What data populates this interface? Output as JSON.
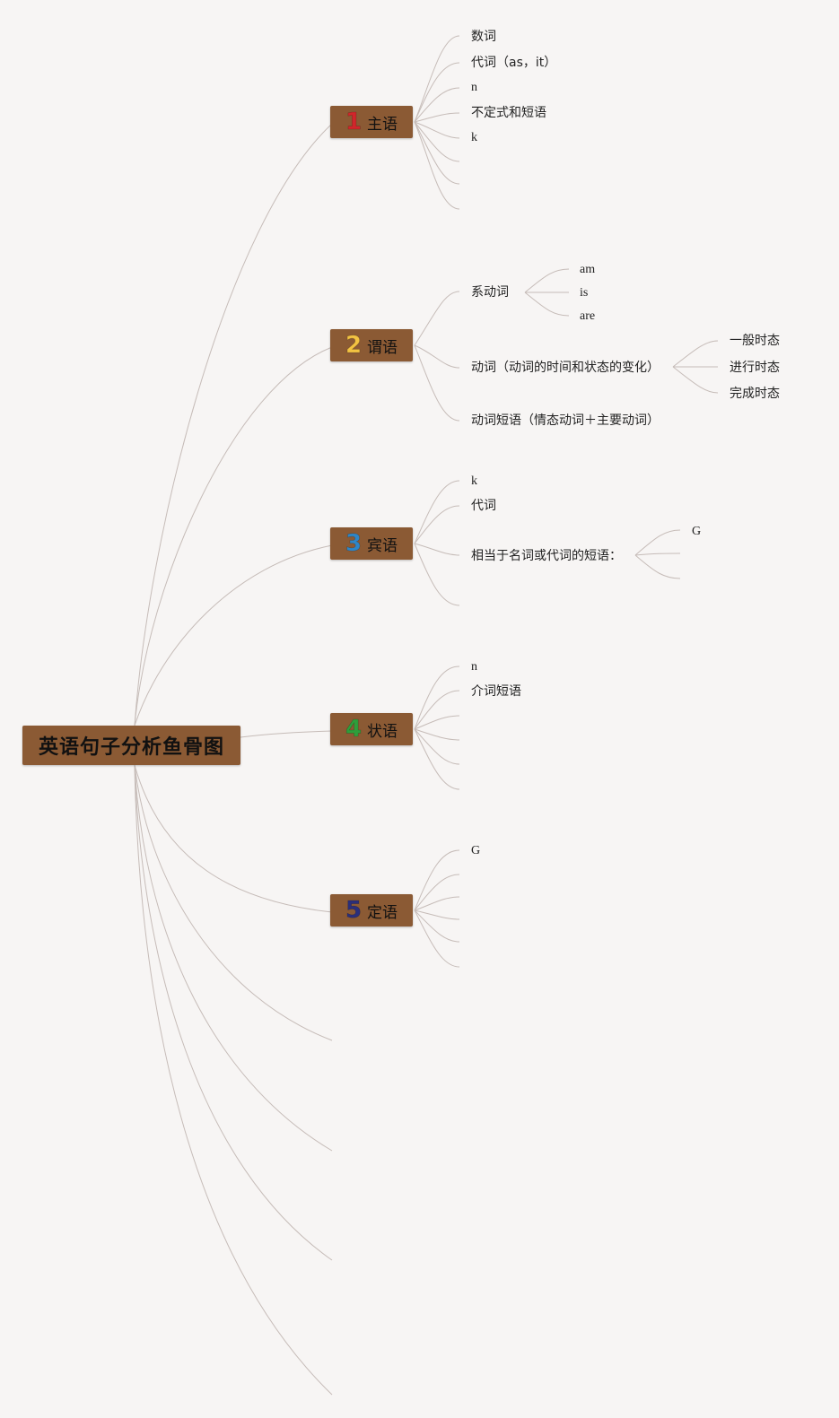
{
  "root": {
    "title": "英语句子分析鱼骨图"
  },
  "colors": {
    "node_bg": "#8b5a34",
    "line": "#c6bcb8",
    "background": "#f7f5f4",
    "num1": "#d1262b",
    "num2": "#f3c342",
    "num3": "#2f86c6",
    "num4": "#2e9e3b",
    "num5": "#2b2f7a"
  },
  "topics": [
    {
      "num": "1",
      "label": "主语"
    },
    {
      "num": "2",
      "label": "谓语"
    },
    {
      "num": "3",
      "label": "宾语"
    },
    {
      "num": "4",
      "label": "状语"
    },
    {
      "num": "5",
      "label": "定语"
    }
  ],
  "subject": {
    "items": [
      "数词",
      "代词（as，it）",
      "n",
      "不定式和短语",
      "k"
    ]
  },
  "predicate": {
    "linking_verb": "系动词",
    "linking_items": [
      "am",
      "is",
      "are"
    ],
    "verb": "动词（动词的时间和状态的变化）",
    "tense_items": [
      "一般时态",
      "进行时态",
      "完成时态"
    ],
    "verb_phrase": "动词短语（情态动词＋主要动词）"
  },
  "object": {
    "items": [
      "k",
      "代词"
    ],
    "equivalent": "相当于名词或代词的短语：",
    "equivalent_items": [
      "G"
    ]
  },
  "adverbial": {
    "items": [
      "n",
      "介词短语"
    ]
  },
  "attributive": {
    "items": [
      "G"
    ]
  }
}
